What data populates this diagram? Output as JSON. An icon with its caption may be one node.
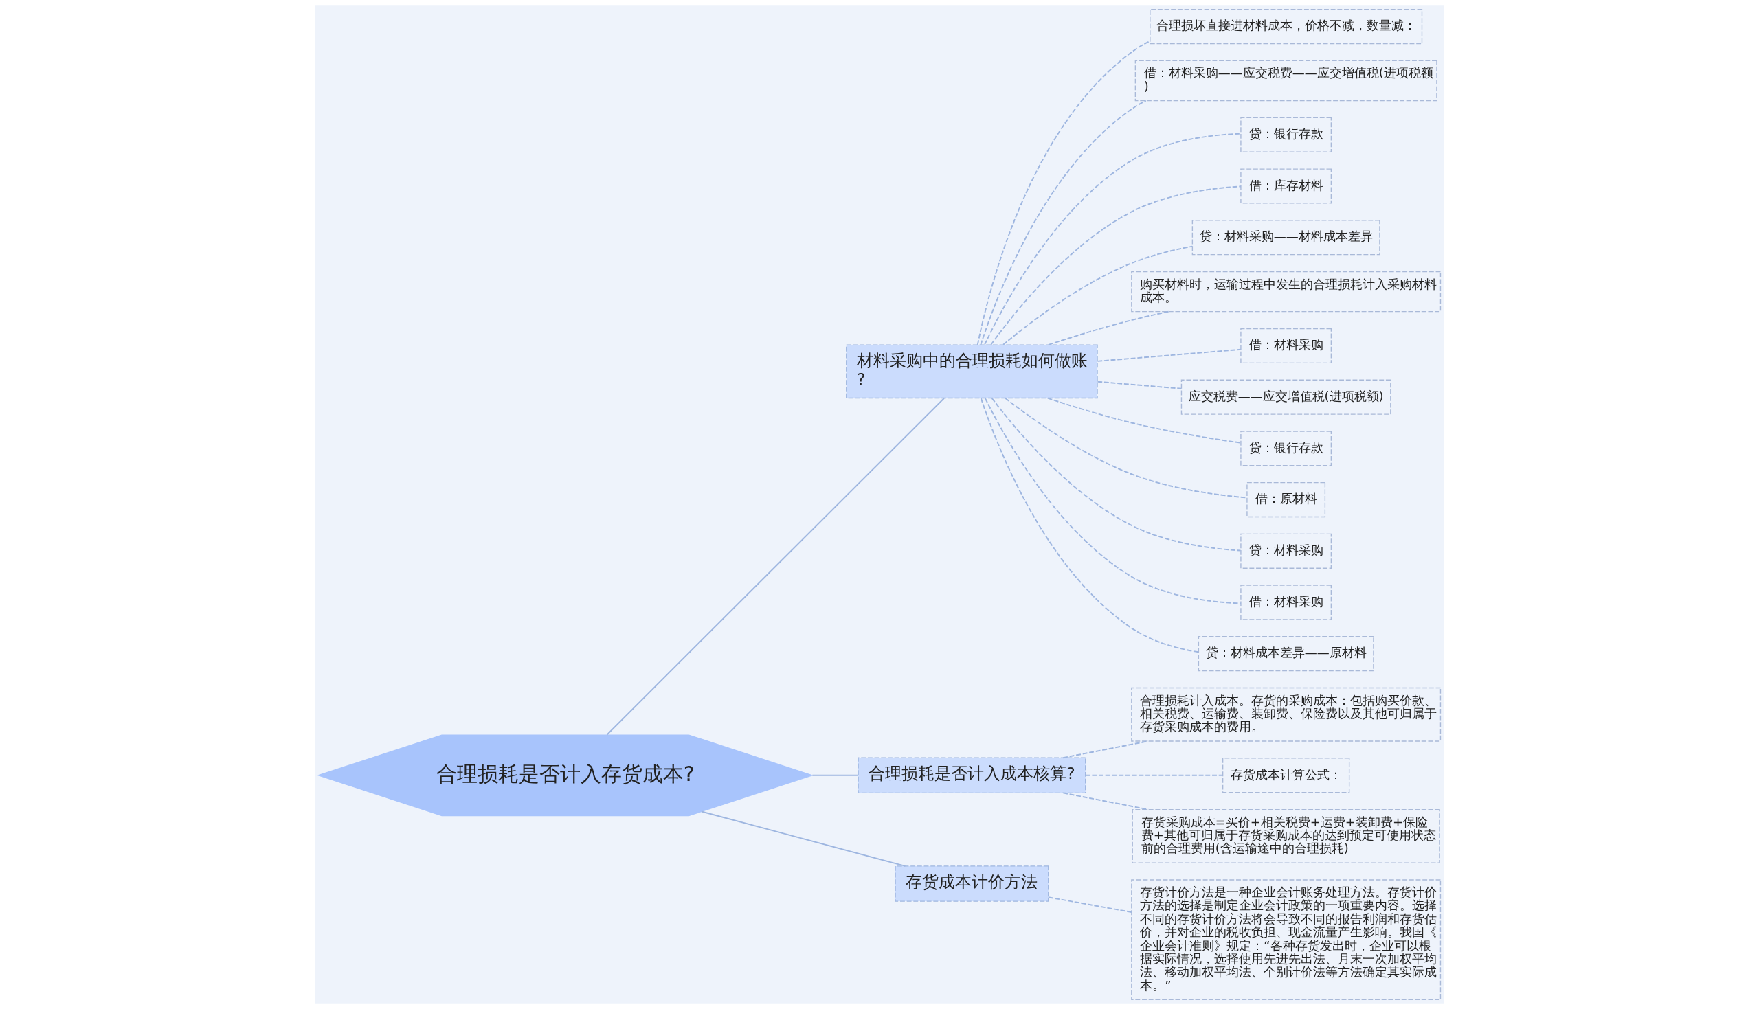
{
  "diagram": {
    "nodes": [
      {
        "text": [
          "合理损耗是否计入存货成本?"
        ]
      },
      {
        "text": [
          "材料采购中的合理损耗如何做账?"
        ]
      },
      {
        "text": [
          "合理损坏直接进材料成本，价格不减，数量减："
        ]
      },
      {
        "text": [
          "借：材料采购——应交税费——应交增值税(进项税额)"
        ]
      },
      {
        "text": [
          "贷：银行存款"
        ]
      },
      {
        "text": [
          "借：库存材料"
        ]
      },
      {
        "text": [
          "贷：材料采购——材料成本差异"
        ]
      },
      {
        "text": [
          "购买材料时，运输过程中发生的合理损耗计入采购材料成本。"
        ]
      },
      {
        "text": [
          "借：材料采购"
        ]
      },
      {
        "text": [
          "应交税费——应交增值税(进项税额)"
        ]
      },
      {
        "text": [
          "贷：银行存款"
        ]
      },
      {
        "text": [
          "借：原材料"
        ]
      },
      {
        "text": [
          "贷：材料采购"
        ]
      },
      {
        "text": [
          "借：材料采购"
        ]
      },
      {
        "text": [
          "贷：材料成本差异——原材料"
        ]
      },
      {
        "text": [
          "合理损耗是否计入成本核算?"
        ]
      },
      {
        "text": [
          "合理损耗计入成本。存货的采购成本：包括购买价款、相关税费、运输费、装卸费、保险费以及其他可归属于存货采购成本的费用。"
        ]
      },
      {
        "text": [
          "存货成本计算公式："
        ]
      },
      {
        "text": [
          "存货采购成本=买价+相关税费+运费+装卸费+保险费+其他可归属于存货采购成本的达到预定可使用状态前的合理费用(含运输途中的合理损耗)"
        ]
      },
      {
        "text": [
          "存货成本计价方法"
        ]
      },
      {
        "text": [
          "存货计价方法是一种企业会计账务处理方法。存货计价方法的选择是制定企业会计政策的一项重要内容。选择不同的存货计价方法将会导致不同的报告利润和存货估价，并对企业的税收负担、现金流量产生影响。我国《企业会计准则》规定：“各种存货发出时，企业可以根据实际情况，选择使用先进先出法、月末一次加权平均法、移动加权平均法、个别计价法等方法确定其实际成本。”"
        ]
      }
    ],
    "edges": [
      {
        "from": 0,
        "to": 1,
        "arrow": "none"
      },
      {
        "from": 1,
        "to": 2,
        "arrow": "none",
        "style": "dashed"
      },
      {
        "from": 1,
        "to": 3,
        "arrow": "none",
        "style": "dashed"
      },
      {
        "from": 1,
        "to": 4,
        "arrow": "none",
        "style": "dashed"
      },
      {
        "from": 1,
        "to": 5,
        "arrow": "none",
        "style": "dashed"
      },
      {
        "from": 1,
        "to": 6,
        "arrow": "none",
        "style": "dashed"
      },
      {
        "from": 1,
        "to": 7,
        "arrow": "none",
        "style": "dashed"
      },
      {
        "from": 1,
        "to": 8,
        "arrow": "none",
        "style": "dashed"
      },
      {
        "from": 1,
        "to": 9,
        "arrow": "none",
        "style": "dashed"
      },
      {
        "from": 1,
        "to": 10,
        "arrow": "none",
        "style": "dashed"
      },
      {
        "from": 1,
        "to": 11,
        "arrow": "none",
        "style": "dashed"
      },
      {
        "from": 1,
        "to": 12,
        "arrow": "none",
        "style": "dashed"
      },
      {
        "from": 1,
        "to": 13,
        "arrow": "none",
        "style": "dashed"
      },
      {
        "from": 1,
        "to": 14,
        "arrow": "none",
        "style": "dashed"
      },
      {
        "from": 0,
        "to": 15,
        "arrow": "none"
      },
      {
        "from": 15,
        "to": 16,
        "arrow": "none",
        "style": "dashed"
      },
      {
        "from": 15,
        "to": 17,
        "arrow": "none",
        "style": "dashed"
      },
      {
        "from": 15,
        "to": 18,
        "arrow": "none",
        "style": "dashed"
      },
      {
        "from": 0,
        "to": 19,
        "arrow": "none"
      },
      {
        "from": 19,
        "to": 20,
        "arrow": "none",
        "style": "dashed"
      }
    ]
  }
}
